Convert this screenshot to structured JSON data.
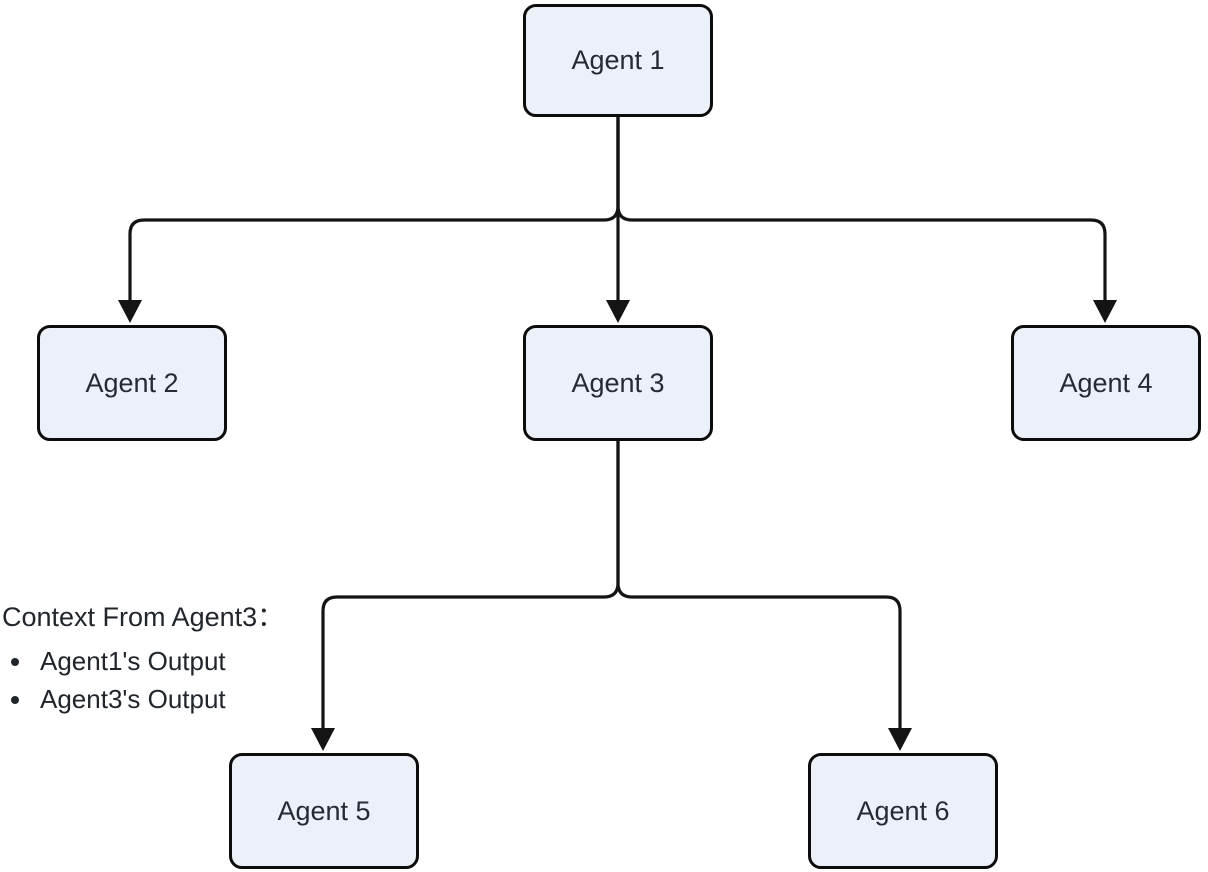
{
  "diagram": {
    "type": "flowchart-top-down",
    "nodes": [
      {
        "id": "agent1",
        "label": "Agent 1"
      },
      {
        "id": "agent2",
        "label": "Agent 2"
      },
      {
        "id": "agent3",
        "label": "Agent 3"
      },
      {
        "id": "agent4",
        "label": "Agent 4"
      },
      {
        "id": "agent5",
        "label": "Agent 5"
      },
      {
        "id": "agent6",
        "label": "Agent 6"
      }
    ],
    "edges": [
      {
        "from": "agent1",
        "to": "agent2"
      },
      {
        "from": "agent1",
        "to": "agent3"
      },
      {
        "from": "agent1",
        "to": "agent4"
      },
      {
        "from": "agent3",
        "to": "agent5"
      },
      {
        "from": "agent3",
        "to": "agent6"
      }
    ],
    "annotation": {
      "title": "Context From Agent3：",
      "items": [
        "Agent1's Output",
        "Agent3's Output"
      ]
    },
    "colors": {
      "background": "#ffffff",
      "node_fill": "#ecf0f9",
      "node_border": "#0c0c0c",
      "edge": "#141414",
      "text": "#262b33"
    }
  }
}
